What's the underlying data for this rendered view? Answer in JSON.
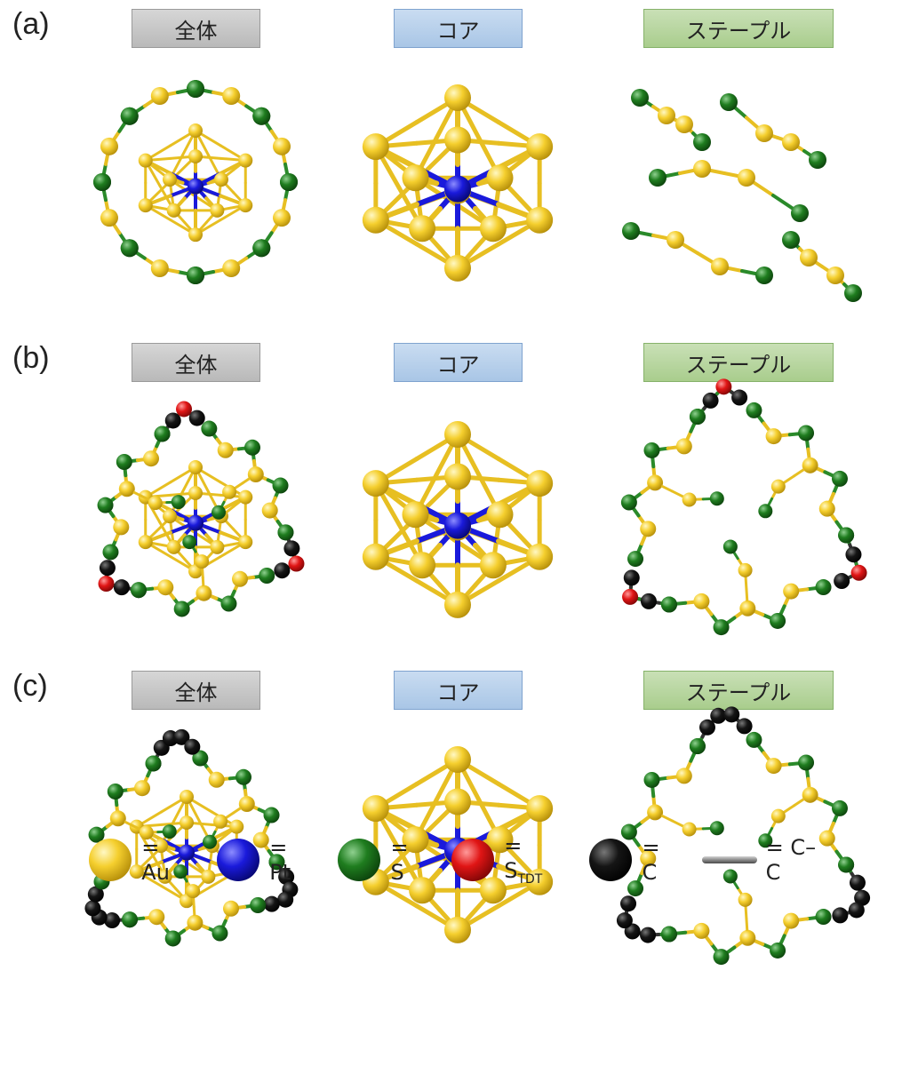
{
  "rows": [
    {
      "letter": "(a)",
      "tags": {
        "whole": "全体",
        "core": "コア",
        "staple": "ステープル"
      }
    },
    {
      "letter": "(b)",
      "tags": {
        "whole": "全体",
        "core": "コア",
        "staple": "ステープル"
      }
    },
    {
      "letter": "(c)",
      "tags": {
        "whole": "全体",
        "core": "コア",
        "staple": "ステープル"
      }
    }
  ],
  "legend": [
    {
      "label": "= Au",
      "color": "#f2c62a",
      "kind": "atom"
    },
    {
      "label": "= Pt",
      "color": "#1a1adb",
      "kind": "atom"
    },
    {
      "label": "= S",
      "color": "#1f7d1f",
      "kind": "atom"
    },
    {
      "label": "= S",
      "sub": "TDT",
      "color": "#e01515",
      "kind": "atom"
    },
    {
      "label": "= C",
      "color": "#111111",
      "kind": "atom"
    },
    {
      "label": "= C–C",
      "color": "#8a8a8a",
      "kind": "bond"
    }
  ],
  "colors": {
    "au": "#f2c62a",
    "pt": "#1a1adb",
    "s": "#1f7d1f",
    "s_tdt": "#e01515",
    "c": "#111111",
    "bond_cc": "#8a8a8a"
  }
}
